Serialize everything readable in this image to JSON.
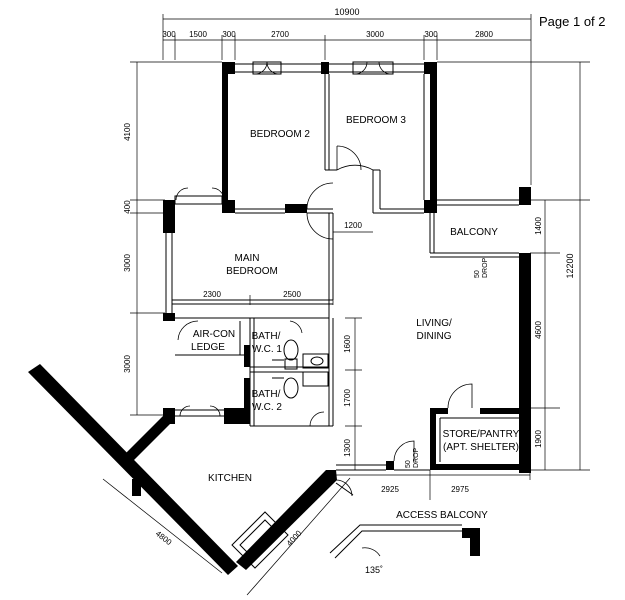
{
  "page_label": "Page 1 of 2",
  "rooms": {
    "bedroom2": "BEDROOM 2",
    "bedroom3": "BEDROOM 3",
    "main_bedroom_1": "MAIN",
    "main_bedroom_2": "BEDROOM",
    "balcony": "BALCONY",
    "living_1": "LIVING/",
    "living_2": "DINING",
    "aircon_1": "AIR-CON",
    "aircon_2": "LEDGE",
    "bath1_1": "BATH/",
    "bath1_2": "W.C. 1",
    "bath2_1": "BATH/",
    "bath2_2": "W.C. 2",
    "store_1": "STORE/PANTRY",
    "store_2": "(APT. SHELTER)",
    "kitchen": "KITCHEN",
    "access_balcony": "ACCESS   BALCONY"
  },
  "annotations": {
    "drop_balcony_1": "50",
    "drop_balcony_2": "DROP",
    "drop_access_1": "50",
    "drop_access_2": "DROP",
    "angle": "135˚"
  },
  "dimensions": {
    "top_total": "10900",
    "top": [
      "300",
      "1500",
      "300",
      "2700",
      "3000",
      "300",
      "2800"
    ],
    "left": [
      "4100",
      "400",
      "3000",
      "3000"
    ],
    "right_total": "12200",
    "right": [
      "1400",
      "4600",
      "1900"
    ],
    "inner_1200": "1200",
    "inner_2300": "2300",
    "inner_2500": "2500",
    "bath_1600": "1600",
    "bath_1700": "1700",
    "kitchen_1300": "1300",
    "bottom_2925": "2925",
    "bottom_2975": "2975",
    "diag_4800": "4800",
    "diag_4000": "4000"
  }
}
